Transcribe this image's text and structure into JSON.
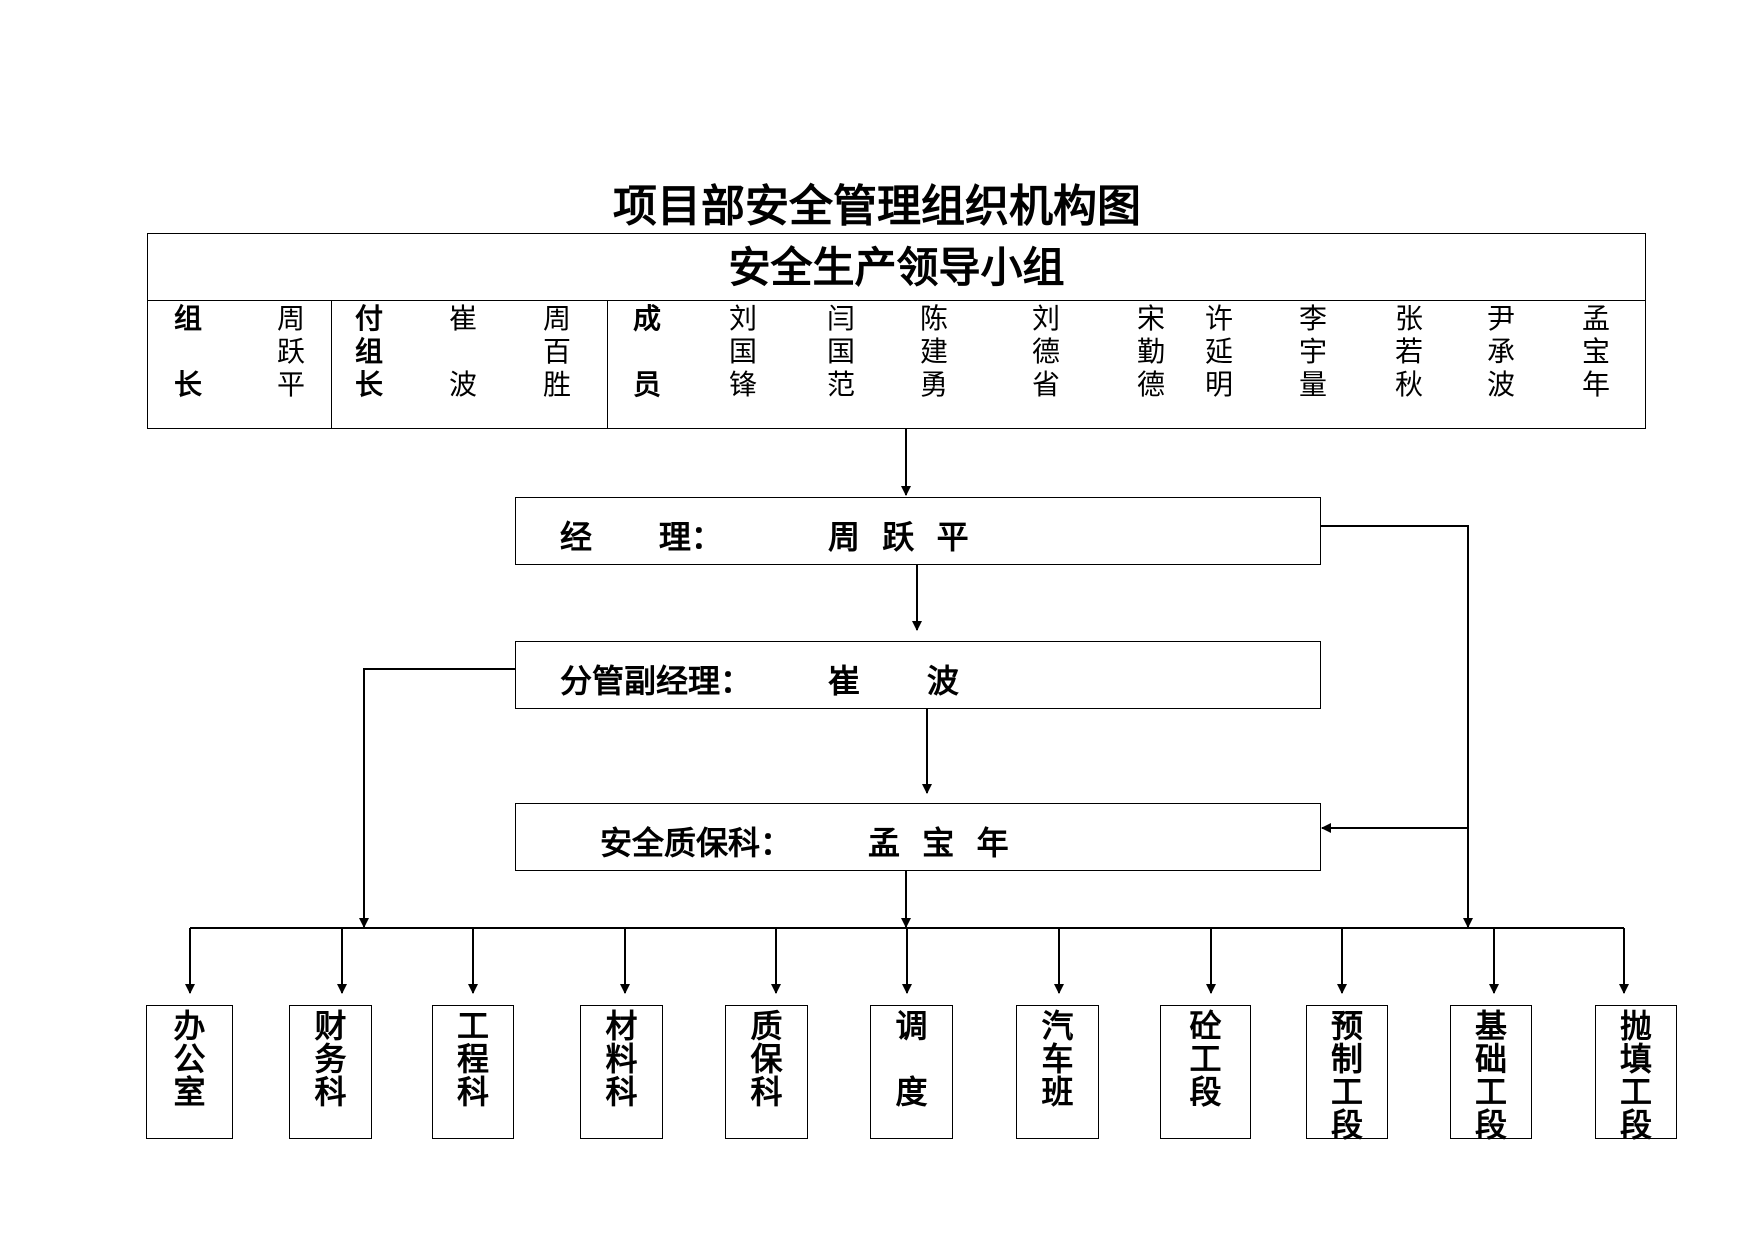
{
  "title": "项目部安全管理组织机构图",
  "leader_group": {
    "heading": "安全生产领导小组",
    "leader_label": [
      "组",
      "",
      "长"
    ],
    "leader_name": [
      "周",
      "跃",
      "平"
    ],
    "deputy_label": [
      "付",
      "组",
      "长"
    ],
    "deputy_names": [
      [
        "崔",
        "",
        "波"
      ],
      [
        "周",
        "百",
        "胜"
      ]
    ],
    "member_label": [
      "成",
      "",
      "员"
    ],
    "members": [
      [
        "刘",
        "国",
        "锋"
      ],
      [
        "闫",
        "国",
        "范"
      ],
      [
        "陈",
        "建",
        "勇"
      ],
      [
        "刘",
        "德",
        "省"
      ],
      [
        "宋",
        "勤",
        "德"
      ],
      [
        "许",
        "延",
        "明"
      ],
      [
        "李",
        "宇",
        "量"
      ],
      [
        "张",
        "若",
        "秋"
      ],
      [
        "尹",
        "承",
        "波"
      ],
      [
        "孟",
        "宝",
        "年"
      ]
    ]
  },
  "manager": {
    "label": "经      理：",
    "name": "周  跃  平"
  },
  "deputy_manager": {
    "label": "分管副经理：",
    "name": "崔      波"
  },
  "safety_dept": {
    "label": "安全质保科：",
    "name": "孟  宝  年"
  },
  "units": [
    [
      "办",
      "公",
      "室"
    ],
    [
      "财",
      "务",
      "科"
    ],
    [
      "工",
      "程",
      "科"
    ],
    [
      "材",
      "料",
      "科"
    ],
    [
      "质",
      "保",
      "科"
    ],
    [
      "调",
      "",
      "度"
    ],
    [
      "汽",
      "车",
      "班"
    ],
    [
      "砼",
      "工",
      "段"
    ],
    [
      "预",
      "制",
      "工",
      "段"
    ],
    [
      "基",
      "础",
      "工",
      "段"
    ],
    [
      "抛",
      "填",
      "工",
      "段"
    ]
  ]
}
